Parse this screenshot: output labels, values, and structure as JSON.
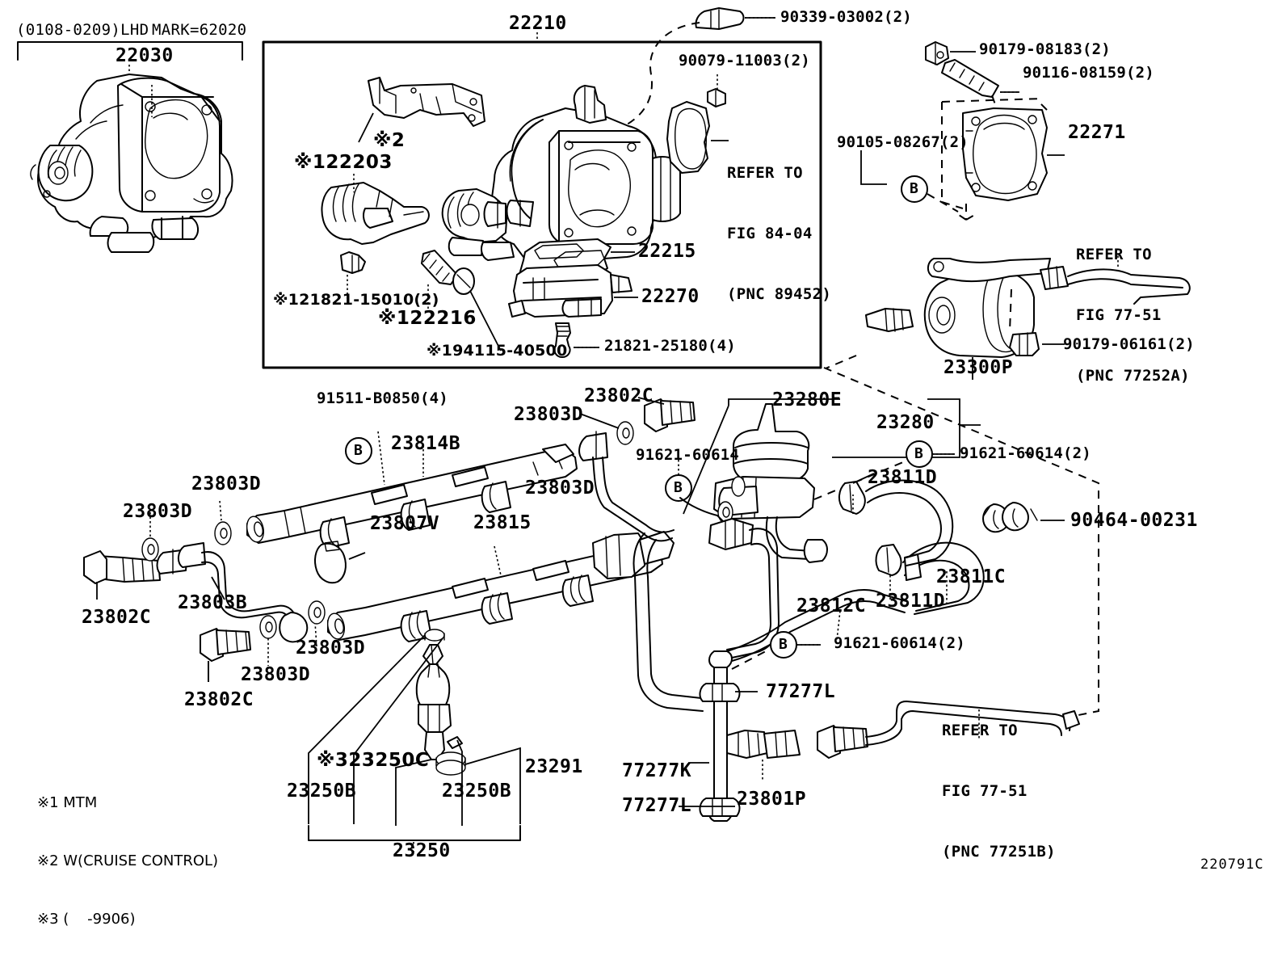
{
  "diagram": {
    "figure_id": "220791C",
    "header_left": "(0108-0209)LHD",
    "header_mark": "MARK=62020",
    "assembly_left": "22030",
    "boxed_group": "22210"
  },
  "notes": {
    "note1": "※1 MTM",
    "note2": "※2 W(CRUISE CONTROL)",
    "note3": "※3 (    -9906)"
  },
  "refer_blocks": [
    {
      "line1": "REFER TO",
      "line2": "FIG 84-04",
      "line3": "(PNC 89452)"
    },
    {
      "line1": "REFER TO",
      "line2": "FIG 77-51",
      "line3": "(PNC 77252A)"
    },
    {
      "line1": "REFER TO",
      "line2": "FIG 77-51",
      "line3": "(PNC 77251B)"
    }
  ],
  "labels": {
    "p_90339": "90339-03002(2)",
    "p_90079": "90079-11003(2)",
    "p_90179_08183": "90179-08183(2)",
    "p_90116_08159": "90116-08159(2)",
    "p_90105_08267": "90105-08267(2)",
    "p_22271": "22271",
    "p_22215": "22215",
    "p_22270": "22270",
    "p_21821_25180": "21821-25180(4)",
    "p_21821_15010": "※121821-15010(2)",
    "p_22216": "※122216",
    "p_22203": "※122203",
    "p_94115": "※194115-40500",
    "p_star2": "※2",
    "p_23300P": "23300P",
    "p_90179_06161": "90179-06161(2)",
    "p_91511": "91511-B0850(4)",
    "p_23814B": "23814B",
    "p_23815": "23815",
    "p_23807V": "23807V",
    "p_23803B": "23803B",
    "p_23803D_a": "23803D",
    "p_23803D_b": "23803D",
    "p_23803D_c": "23803D",
    "p_23803D_d": "23803D",
    "p_23803D_e": "23803D",
    "p_23803D_f": "23803D",
    "p_23802C_a": "23802C",
    "p_23802C_b": "23802C",
    "p_23802C_c": "23802C",
    "p_91621_a": "91621-60614",
    "p_91621_b": "91621-60614(2)",
    "p_91621_c": "91621-60614(2)",
    "p_23280E": "23280E",
    "p_23280": "23280",
    "p_23811D_a": "23811D",
    "p_23811D_b": "23811D",
    "p_23811C": "23811C",
    "p_23812C": "23812C",
    "p_90464": "90464-00231",
    "p_77277L_a": "77277L",
    "p_77277L_b": "77277L",
    "p_77277K": "77277K",
    "p_23801P": "23801P",
    "p_23250C": "※323250C",
    "p_23250B_a": "23250B",
    "p_23250B_b": "23250B",
    "p_23291": "23291",
    "p_23250": "23250",
    "bubble_B": "B"
  }
}
